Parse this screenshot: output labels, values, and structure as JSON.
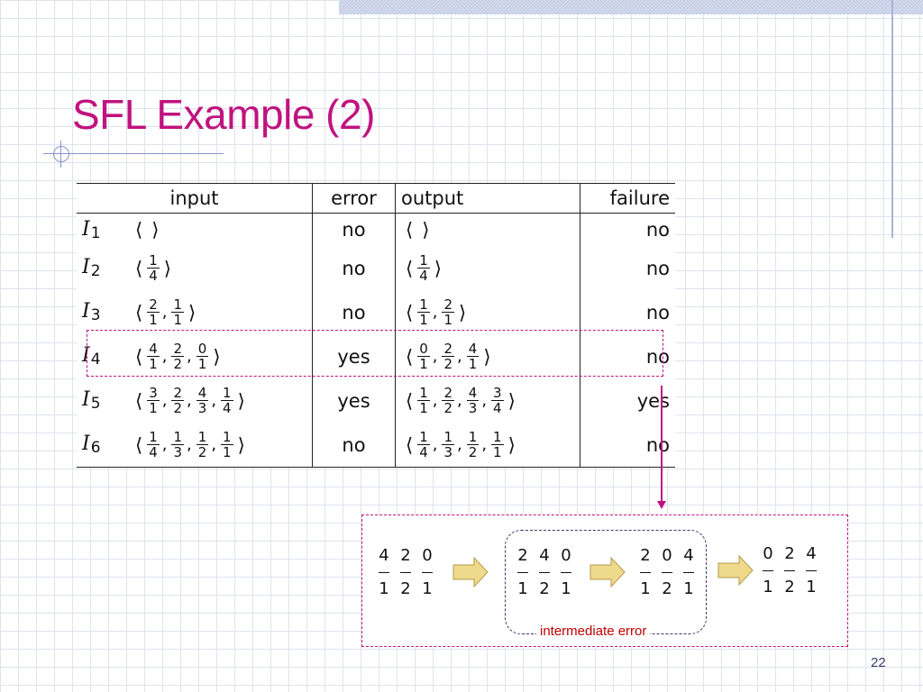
{
  "slide": {
    "title": "SFL Example (2)",
    "page_number": "22"
  },
  "table": {
    "headers": {
      "input": "input",
      "error": "error",
      "output": "output",
      "failure": "failure"
    },
    "rows": [
      {
        "id": "I",
        "sub": "1",
        "input": [],
        "error": "no",
        "output": [],
        "failure": "no"
      },
      {
        "id": "I",
        "sub": "2",
        "input": [
          [
            "1",
            "4"
          ]
        ],
        "error": "no",
        "output": [
          [
            "1",
            "4"
          ]
        ],
        "failure": "no"
      },
      {
        "id": "I",
        "sub": "3",
        "input": [
          [
            "2",
            "1"
          ],
          [
            "1",
            "1"
          ]
        ],
        "error": "no",
        "output": [
          [
            "1",
            "1"
          ],
          [
            "2",
            "1"
          ]
        ],
        "failure": "no"
      },
      {
        "id": "I",
        "sub": "4",
        "input": [
          [
            "4",
            "1"
          ],
          [
            "2",
            "2"
          ],
          [
            "0",
            "1"
          ]
        ],
        "error": "yes",
        "output": [
          [
            "0",
            "1"
          ],
          [
            "2",
            "2"
          ],
          [
            "4",
            "1"
          ]
        ],
        "failure": "no"
      },
      {
        "id": "I",
        "sub": "5",
        "input": [
          [
            "3",
            "1"
          ],
          [
            "2",
            "2"
          ],
          [
            "4",
            "3"
          ],
          [
            "1",
            "4"
          ]
        ],
        "error": "yes",
        "output": [
          [
            "1",
            "1"
          ],
          [
            "2",
            "2"
          ],
          [
            "4",
            "3"
          ],
          [
            "3",
            "4"
          ]
        ],
        "failure": "yes"
      },
      {
        "id": "I",
        "sub": "6",
        "input": [
          [
            "1",
            "4"
          ],
          [
            "1",
            "3"
          ],
          [
            "1",
            "2"
          ],
          [
            "1",
            "1"
          ]
        ],
        "error": "no",
        "output": [
          [
            "1",
            "4"
          ],
          [
            "1",
            "3"
          ],
          [
            "1",
            "2"
          ],
          [
            "1",
            "1"
          ]
        ],
        "failure": "no"
      }
    ]
  },
  "sequence": {
    "steps": [
      {
        "nums": [
          "4",
          "2",
          "0"
        ],
        "dens": [
          "1",
          "2",
          "1"
        ]
      },
      {
        "nums": [
          "2",
          "4",
          "0"
        ],
        "dens": [
          "1",
          "2",
          "1"
        ]
      },
      {
        "nums": [
          "2",
          "0",
          "4"
        ],
        "dens": [
          "1",
          "2",
          "1"
        ]
      },
      {
        "nums": [
          "0",
          "2",
          "4"
        ],
        "dens": [
          "1",
          "2",
          "1"
        ]
      }
    ],
    "intermediate_label": "intermediate error"
  },
  "colors": {
    "title": "#c0137f",
    "highlight": "#c0137f",
    "arrow_fill": "#efd98a",
    "label": "#c00000"
  }
}
